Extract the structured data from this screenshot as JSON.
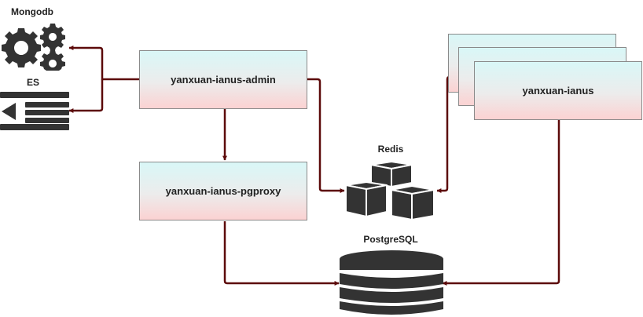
{
  "nodes": {
    "admin": "yanxuan-ianus-admin",
    "pgproxy": "yanxuan-ianus-pgproxy",
    "ianus": "yanxuan-ianus"
  },
  "labels": {
    "mongodb": "Mongodb",
    "es": "ES",
    "redis": "Redis",
    "postgresql": "PostgreSQL"
  },
  "icons": {
    "mongodb": "gears-icon",
    "es": "collapse-menu-icon",
    "redis": "cubes-icon",
    "postgresql": "database-icon"
  },
  "colors": {
    "edge": "#5c0a0a",
    "icon": "#333333",
    "box_top": "#d9f7f7",
    "box_bottom": "#fbd2d2"
  }
}
